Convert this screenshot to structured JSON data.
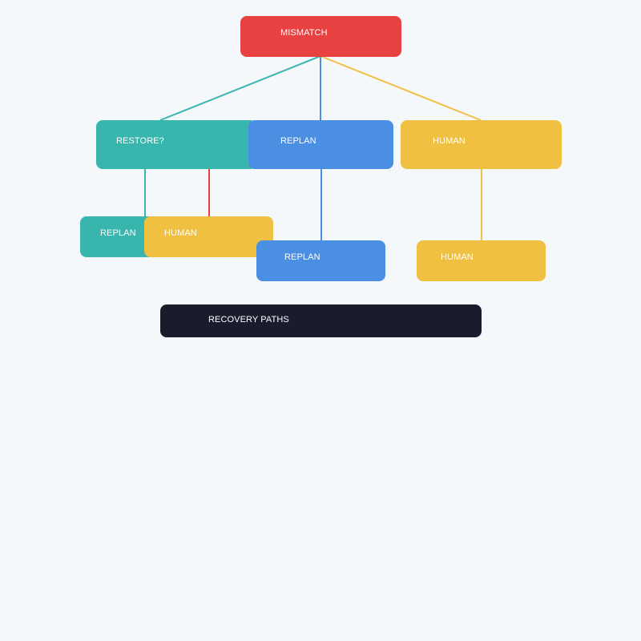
{
  "colors": {
    "background": "#f5f8fa",
    "mismatch": "#e84142",
    "restore": "#38b5ad",
    "replan": "#4a8fe2",
    "human": "#efc041",
    "footer": "#1a1c2e"
  },
  "nodes": {
    "mismatch": {
      "label": "MISMATCH",
      "color": "#e84142"
    },
    "restore": {
      "label": "RESTORE?",
      "color": "#38b5ad"
    },
    "replan_top": {
      "label": "REPLAN",
      "color": "#4a8fe2"
    },
    "human_top": {
      "label": "HUMAN",
      "color": "#efc041"
    },
    "replan_restore": {
      "label": "REPLAN",
      "color": "#38b5ad"
    },
    "human_restore": {
      "label": "HUMAN",
      "color": "#efc041"
    },
    "replan_child": {
      "label": "REPLAN",
      "color": "#4a8fe2"
    },
    "human_child": {
      "label": "HUMAN",
      "color": "#efc041"
    },
    "footer": {
      "label": "RECOVERY PATHS",
      "color": "#1a1c2e"
    }
  },
  "edges": [
    {
      "from": "mismatch",
      "to": "restore",
      "color": "#38b5ad"
    },
    {
      "from": "mismatch",
      "to": "replan_top",
      "color": "#4a8fe2"
    },
    {
      "from": "mismatch",
      "to": "human_top",
      "color": "#efc041"
    },
    {
      "from": "restore",
      "to": "replan_restore",
      "color": "#38b5ad"
    },
    {
      "from": "restore",
      "to": "human_restore",
      "color": "#e84142"
    },
    {
      "from": "replan_top",
      "to": "replan_child",
      "color": "#4a8fe2"
    },
    {
      "from": "human_top",
      "to": "human_child",
      "color": "#efc041"
    }
  ]
}
